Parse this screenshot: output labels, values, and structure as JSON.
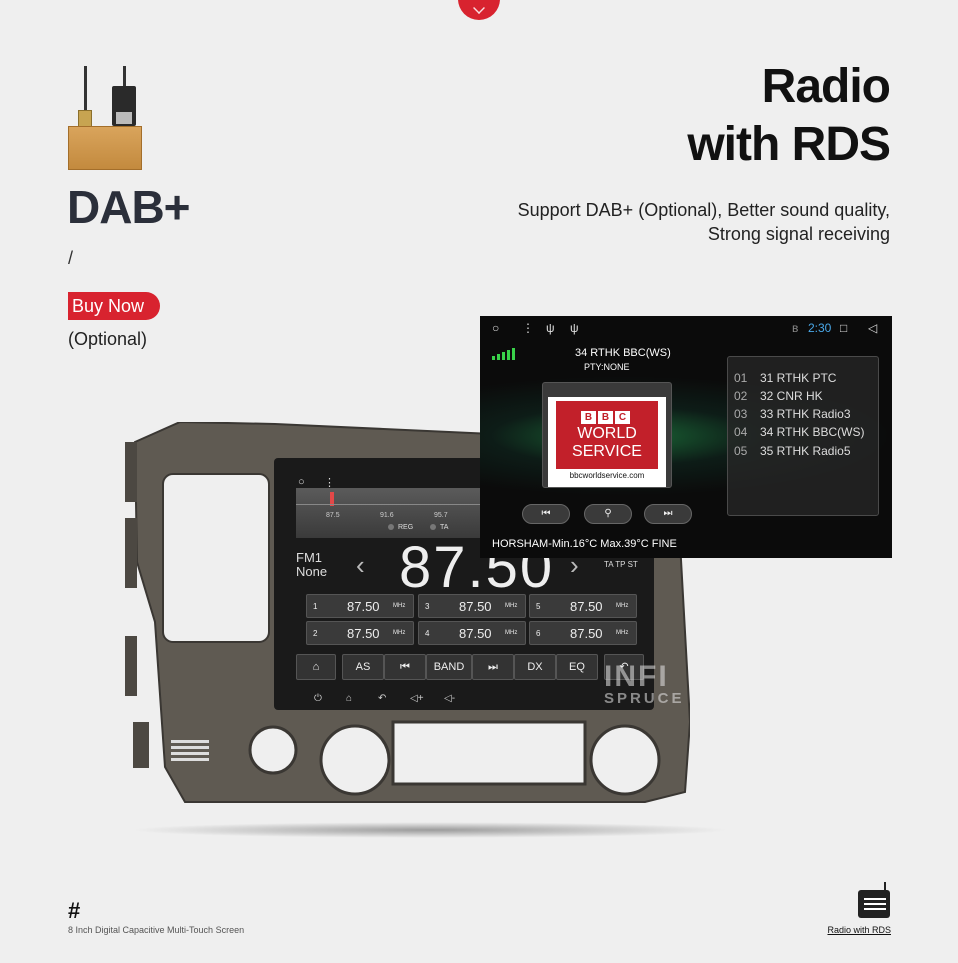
{
  "header": {
    "badge_icon": "chevron-down-icon"
  },
  "dab": {
    "title": "DAB+",
    "separator": "/",
    "buy_now": "Buy Now",
    "optional": "(Optional)"
  },
  "feature": {
    "title_line1": "Radio",
    "title_line2": "with RDS",
    "desc_line1": "Support DAB+ (Optional), Better sound quality,",
    "desc_line2": "Strong signal receiving"
  },
  "head_unit": {
    "tuner_ticks": [
      "87.5",
      "91.6",
      "95.7"
    ],
    "tuner_options": [
      "REG",
      "TA"
    ],
    "band": "FM1",
    "band_sub": "None",
    "frequency": "87.50",
    "flags": "TA TP ST",
    "presets": [
      {
        "num": "1",
        "freq": "87.50",
        "unit": "MHz"
      },
      {
        "num": "3",
        "freq": "87.50",
        "unit": "MHz"
      },
      {
        "num": "5",
        "freq": "87.50",
        "unit": "MHz"
      },
      {
        "num": "2",
        "freq": "87.50",
        "unit": "MHz"
      },
      {
        "num": "4",
        "freq": "87.50",
        "unit": "MHz"
      },
      {
        "num": "6",
        "freq": "87.50",
        "unit": "MHz"
      }
    ],
    "controls": {
      "home": "⌂",
      "as": "AS",
      "prev": "⏮",
      "band": "BAND",
      "next": "⏭",
      "dx": "DX",
      "eq": "EQ",
      "back": "↶"
    },
    "navbar": [
      "⏻",
      "⌂",
      "↶",
      "◁+",
      "◁-"
    ],
    "watermark_line1": "INFI",
    "watermark_line2": "SPRUCE"
  },
  "rds_panel": {
    "time": "2:30",
    "station": "34 RTHK BBC(WS)",
    "pty": "PTY:NONE",
    "logo": {
      "letters": [
        "B",
        "B",
        "C"
      ],
      "line1": "WORLD",
      "line2": "SERVICE",
      "url": "bbcworldservice.com"
    },
    "buttons": {
      "prev": "⏮",
      "search": "⚲",
      "next": "⏭"
    },
    "weather": "HORSHAM-Min.16°C Max.39°C FINE",
    "stations": [
      {
        "idx": "01",
        "name": "31 RTHK PTC"
      },
      {
        "idx": "02",
        "name": "32 CNR HK"
      },
      {
        "idx": "03",
        "name": "33 RTHK Radio3"
      },
      {
        "idx": "04",
        "name": "34 RTHK BBC(WS)"
      },
      {
        "idx": "05",
        "name": "35 RTHK Radio5"
      }
    ],
    "colors": {
      "clock": "#4aa8e8",
      "signal": "#39d24a"
    }
  },
  "footer": {
    "hash": "#",
    "caption": "8 Inch Digital Capacitive Multi-Touch Screen",
    "icon_label": "Radio with RDS"
  },
  "colors": {
    "accent": "#d8232f",
    "background": "#efefef"
  }
}
